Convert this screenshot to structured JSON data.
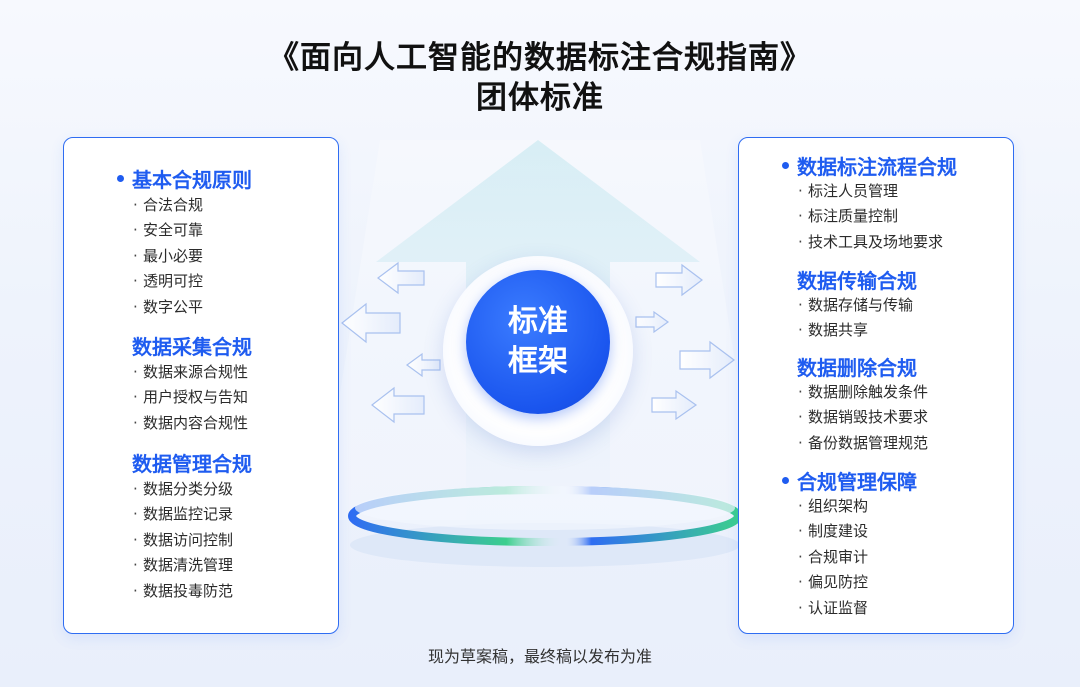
{
  "header": {
    "title_line1": "《面向人工智能的数据标注合规指南》",
    "title_line2": "团体标准"
  },
  "center": {
    "line1": "标准",
    "line2": "框架"
  },
  "left_panel": {
    "sections": [
      {
        "title": "基本合规原则",
        "has_dot": true,
        "items": [
          "合法合规",
          "安全可靠",
          "最小必要",
          "透明可控",
          "数字公平"
        ]
      },
      {
        "title": "数据采集合规",
        "has_dot": false,
        "items": [
          "数据来源合规性",
          "用户授权与告知",
          "数据内容合规性"
        ]
      },
      {
        "title": "数据管理合规",
        "has_dot": false,
        "items": [
          "数据分类分级",
          "数据监控记录",
          "数据访问控制",
          "数据清洗管理",
          "数据投毒防范"
        ]
      }
    ]
  },
  "right_panel": {
    "sections": [
      {
        "title": "数据标注流程合规",
        "has_dot": true,
        "items": [
          "标注人员管理",
          "标注质量控制",
          "技术工具及场地要求"
        ]
      },
      {
        "title": "数据传输合规",
        "has_dot": false,
        "items": [
          "数据存储与传输",
          "数据共享"
        ]
      },
      {
        "title": "数据删除合规",
        "has_dot": false,
        "items": [
          "数据删除触发条件",
          "数据销毁技术要求",
          "备份数据管理规范"
        ]
      },
      {
        "title": "合规管理保障",
        "has_dot": true,
        "items": [
          "组织架构",
          "制度建设",
          "合规审计",
          "偏见防控",
          "认证监督"
        ]
      }
    ]
  },
  "item_marker": "·",
  "footer": {
    "note": "现为草案稿，最终稿以发布为准"
  },
  "colors": {
    "accent": "#1f5cf0",
    "panel_border": "#2f6df2",
    "ring_green": "#3ccf8e",
    "ring_blue": "#2f6df2"
  }
}
